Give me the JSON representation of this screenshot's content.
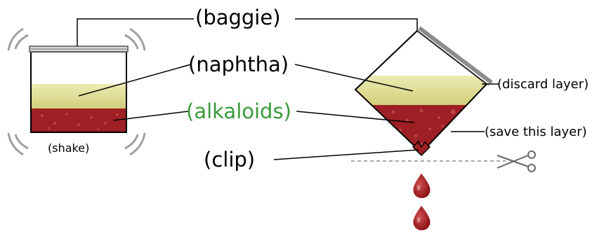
{
  "colors": {
    "naphtha": "#d9d68a",
    "alkaloids": "#9e1f24",
    "droplet": "#a1171c",
    "line": "#000000",
    "alkaloids_label": "#3a9a3a",
    "shake_marks": "#9a9a9a",
    "cut_line": "#8a8a8a",
    "bag_seal": "#8c8c8c"
  },
  "labels": {
    "baggie": "(baggie)",
    "naphtha": "(naphtha)",
    "alkaloids": "(alkaloids)",
    "clip": "(clip)",
    "shake": "(shake)",
    "discard_layer": "(discard layer)",
    "save_layer": "(save this layer)"
  },
  "icons": {
    "scissors": "scissors-icon",
    "drops": "blood-drop-icon"
  }
}
